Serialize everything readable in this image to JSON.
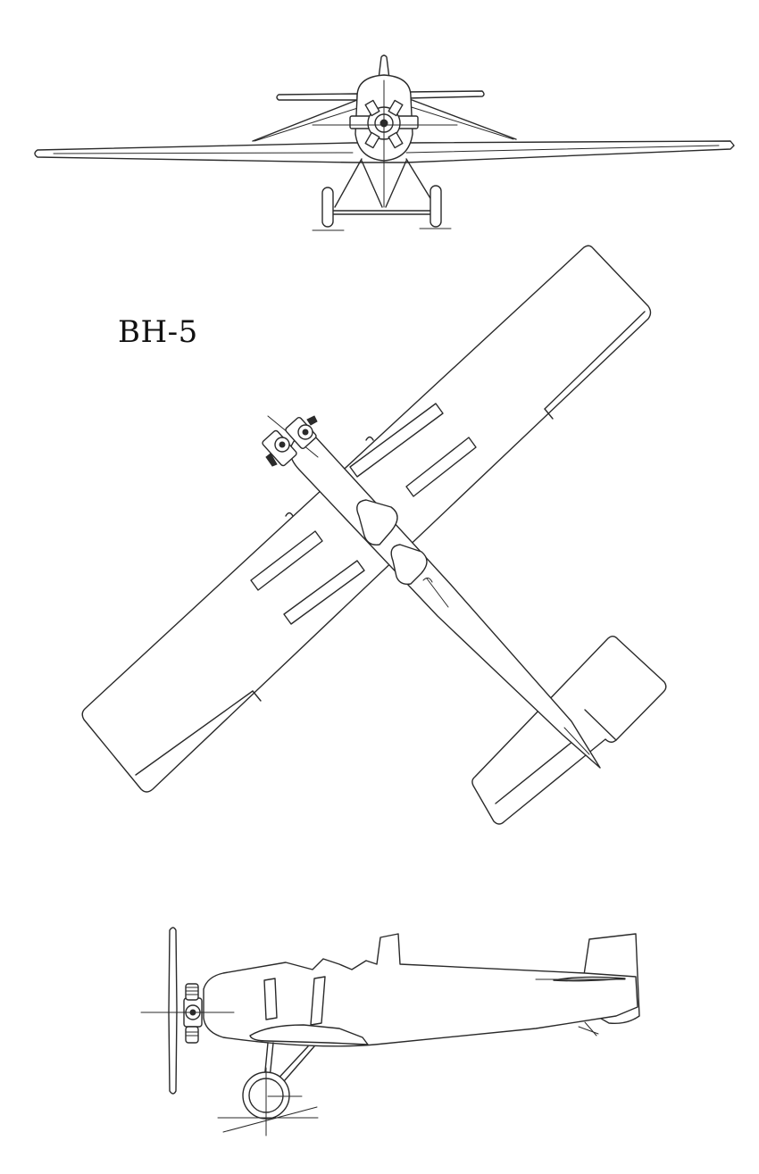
{
  "title": "BH-5",
  "views": [
    "front-view",
    "top-view",
    "side-view"
  ]
}
